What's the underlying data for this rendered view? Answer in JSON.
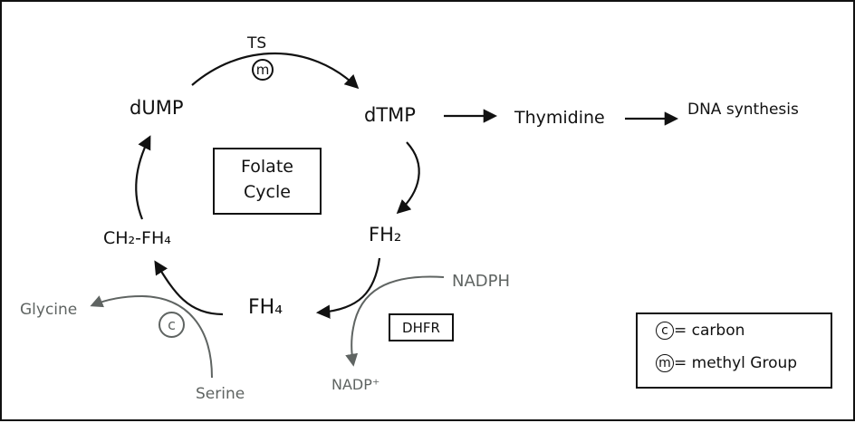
{
  "nodes": {
    "ts": "TS",
    "methyl_marker": "m",
    "dump": "dUMP",
    "dtmp": "dTMP",
    "thymidine": "Thymidine",
    "dna_synthesis": "DNA synthesis",
    "fh2": "FH₂",
    "fh4": "FH₄",
    "ch2fh4": "CH₂-FH₄",
    "glycine": "Glycine",
    "serine": "Serine",
    "carbon_marker": "c",
    "nadph": "NADPH",
    "nadp": "NADP⁺",
    "dhfr": "DHFR"
  },
  "center_box": {
    "line1": "Folate",
    "line2": "Cycle"
  },
  "legend": {
    "carbon_symbol": "c",
    "carbon_text": "= carbon",
    "methyl_symbol": "m",
    "methyl_text": "= methyl Group"
  },
  "colors": {
    "black": "#111111",
    "gray": "#5f6462"
  }
}
